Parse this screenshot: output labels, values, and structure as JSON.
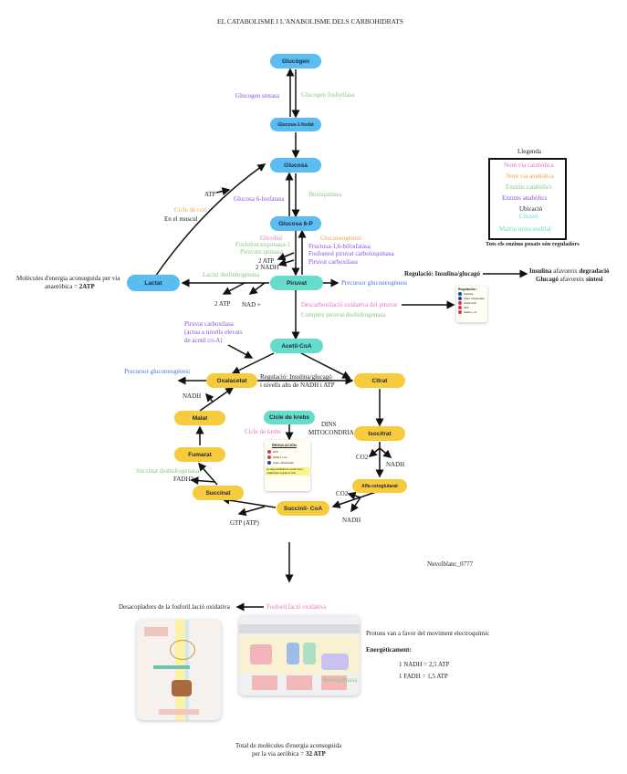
{
  "title": "EL CATABOLISME I L'ANABOLISME DELS CARBOHIDRATS",
  "nodes": {
    "glucogen": "Glucògen",
    "glucosa1p": "Glucosa-1-fosfat",
    "glucosa": "Glucosa",
    "glucosa6p": "Glucosa 6-P",
    "lactat": "Lactat",
    "piruvat": "Piruvat",
    "acetilcoa": "Acetil-CoA",
    "oxalacetat": "Oxalacetat",
    "citrat": "Citrat",
    "malat": "Malat",
    "isocitrat": "Isocitrat",
    "fumarat": "Fumarat",
    "alfaceto": "Alfa-cetoglutarat",
    "succinat": "Succinat",
    "succinilcoa": "Succinil- CoA",
    "krebs": "Cicle de krebs"
  },
  "labels": {
    "glucogen_sintasa": "Glucogen sintasa",
    "glucogen_fosforilasa": "Glucogen fosforilasa",
    "atp": "ATP",
    "glucosa6fosfatasa": "Glucosa 6-fosfatasa",
    "hexoquinasa": "Hexoquinasa",
    "cicle_cori": "Cicle de cori",
    "en_el_muscul": "En el muscul",
    "glicolisi": "Glicolisi",
    "fosfofructo": "Fosfofructoquinasa-1",
    "piruvat_quinasa": "Piruvato quinasa",
    "gluconeo": "Gluconeogènesi",
    "fructosa_bif": "Fructosa-1,6-bifosfatasa",
    "fosfoenol": "Fosfoenol piruvat carboxiquinasa",
    "piruvat_carb": "Piruvat carboxilasa",
    "two_atp": "2 ATP",
    "two_nadh": "2 NADH",
    "lactat_desh": "Lactat deshidrogenasa",
    "lactat_two_atp": "2 ATP",
    "nad_plus": "NAD +",
    "anaerobic_line1": "Molècules d'energia aconseguida per via",
    "anaerobic_line2": "anaeròbica = ",
    "anaerobic_value": "2ATP",
    "precursor1": "Precursor gluconeogènesi",
    "descarbox": "Descarboxilació oxidativa del piruvat",
    "complex_pir": "Complex piruvat deshidrogenasa",
    "piruvat_carb2_l1": "Piruvat carboxilasa",
    "piruvat_carb2_l2": "(actua a nivells elevats",
    "piruvat_carb2_l3": "de acetil co-A)",
    "precursor2": "Precursor gluconeogènesi",
    "reg_insulina_l1": "Regulació: Insulina/glucagó",
    "reg_insulina_l2": "i nivells alts de NADH i ATP",
    "nadh_malat": "NADH",
    "cicle_krebs_lbl": "Cicle de krebs",
    "dins_l1": "DINS",
    "dins_l2": "MITOCONDRIA",
    "co2_iso": "CO2",
    "nadh_iso": "NADH",
    "co2_alfa": "CO2",
    "nadh_alfa": "NADH",
    "succinat_desh": "Succinat deshidrogenasa",
    "fadh2": "FADH2",
    "gtp": "GTP (ATP)",
    "regulacio_label": "Regulació: ",
    "regulacio_value": "Insulina/glucagó",
    "insulina_word": "Insulina",
    "afavoreix1": " afavoreix ",
    "degradacio": "degradació",
    "glucago_word": "Glucagó",
    "afavoreix2": " afavoreix ",
    "sintesi": "síntesi",
    "watermark": "Nuvolblanc_0777",
    "desacopladors": "Desacopladors de la fosforil.lació oxidativa",
    "fosforilacio": "Fosforil.lació oxidativa",
    "protons": "Protons van a favor del moviment electroquímic",
    "energeticament": "Energèticament",
    "nadh_eq": "1 NADH = 2,5 ATP",
    "fadh_eq": "1 FADH = 1,5 ATP",
    "fosfoquinasa_overlay": "Fosfoquinasa",
    "total_l1": "Total de molècules d'energia aconseguida",
    "total_l2": "per la via aeròbica = ",
    "total_value": "32 ATP"
  },
  "legend": {
    "title": "Llegenda",
    "items": [
      {
        "label": "Nom via catabòlica",
        "color": "#e871b8"
      },
      {
        "label": "Nom via anabòlica",
        "color": "#f0a24a"
      },
      {
        "label": "Enzims catabòlics",
        "color": "#86c97b"
      },
      {
        "label": "Enzims anabòlics",
        "color": "#8a4fe0"
      },
      {
        "label": "Ubicació",
        "color": "#222222"
      },
      {
        "label": "Citosol",
        "color": "#6ecbf0"
      },
      {
        "label": "Matriu mitocondrial",
        "color": "#66dccb"
      }
    ],
    "footnote": "Tots els enzims posats són reguladors"
  },
  "reg_card_pyruvate": {
    "title": "Regulación :",
    "items": [
      {
        "label": "Insulina",
        "sign": "+"
      },
      {
        "label": "Ca2+ intracelular",
        "sign": "+"
      },
      {
        "label": "Acetil-CoA",
        "sign": "-"
      },
      {
        "label": "ATP",
        "sign": "-"
      },
      {
        "label": "NADH + H",
        "sign": "-"
      }
    ]
  },
  "reg_card_krebs": {
    "title": "REGULACIÓN",
    "items": [
      {
        "label": "ATP",
        "sign": "-"
      },
      {
        "label": "NADH + H+",
        "sign": "-"
      },
      {
        "label": "Ca2+ intracelular",
        "sign": "+"
      }
    ],
    "note": "La disponibilidad de acetil-CoA y oxalacetato regula el ciclo."
  },
  "colors": {
    "citosol_node": "#5bbcf2",
    "matrix_node": "#66dccb",
    "krebs_node": "#f6cb3e"
  }
}
